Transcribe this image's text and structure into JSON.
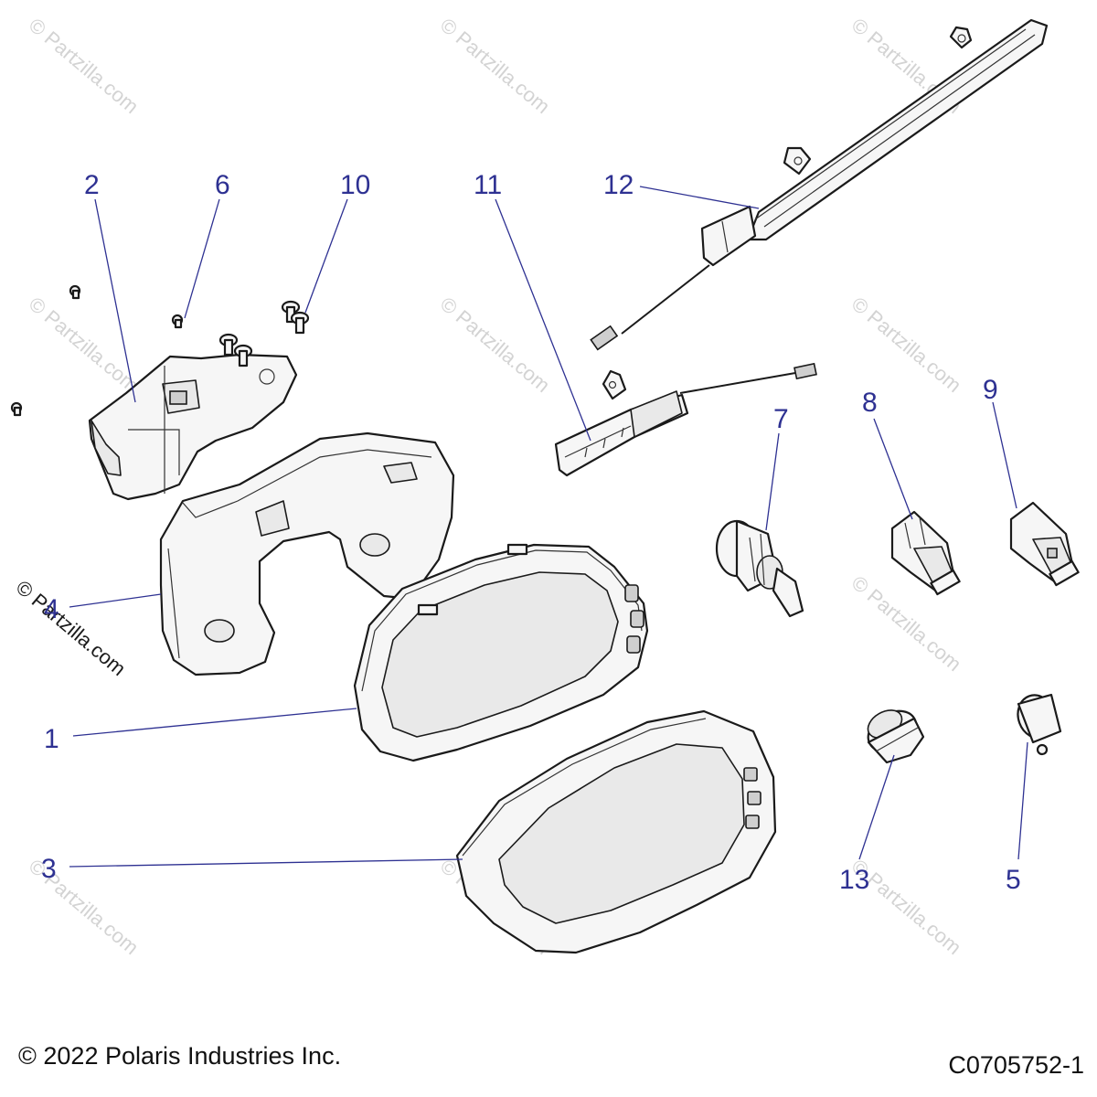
{
  "callouts": [
    {
      "id": "1",
      "label": "1"
    },
    {
      "id": "2",
      "label": "2"
    },
    {
      "id": "3",
      "label": "3"
    },
    {
      "id": "4",
      "label": "4"
    },
    {
      "id": "5",
      "label": "5"
    },
    {
      "id": "6",
      "label": "6"
    },
    {
      "id": "7",
      "label": "7"
    },
    {
      "id": "8",
      "label": "8"
    },
    {
      "id": "9",
      "label": "9"
    },
    {
      "id": "10",
      "label": "10"
    },
    {
      "id": "11",
      "label": "11"
    },
    {
      "id": "12",
      "label": "12"
    },
    {
      "id": "13",
      "label": "13"
    }
  ],
  "watermark": {
    "text": "© Partzilla.com"
  },
  "footer": {
    "copyright": "© 2022 Polaris Industries Inc.",
    "diagram_code": "C0705752-1"
  },
  "colors": {
    "callout": "#2e3192",
    "line_art": "#1a1a1a",
    "watermark": "#d3d3d3"
  }
}
